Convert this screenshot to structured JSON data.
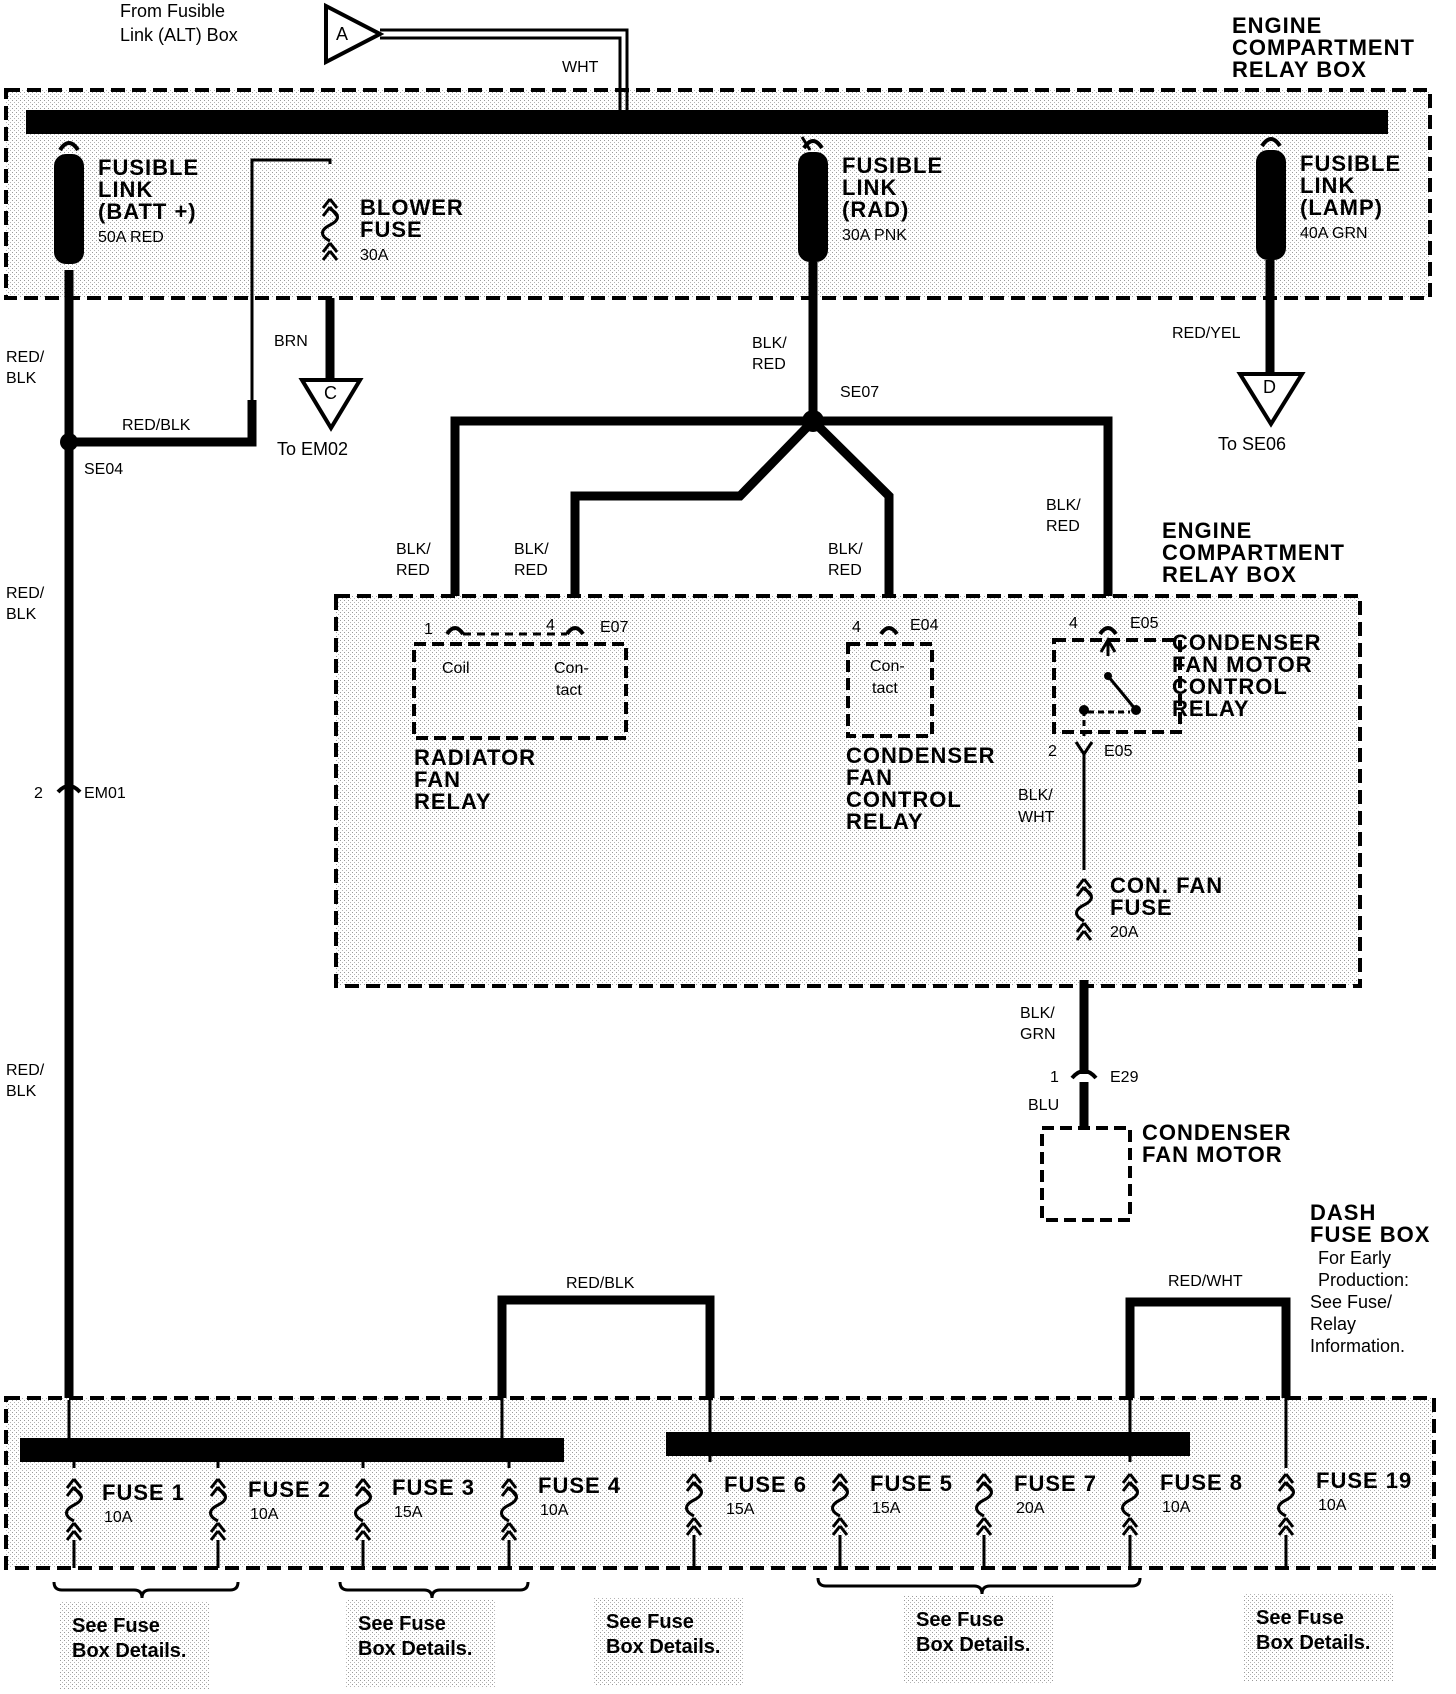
{
  "inputs": {
    "a_from_label": "From Fusible",
    "a_from_label2": "Link (ALT) Box",
    "a_letter": "A",
    "a_wire": "WHT"
  },
  "relay_box_top": {
    "title1": "ENGINE",
    "title2": "COMPARTMENT",
    "title3": "RELAY BOX"
  },
  "fusible_batt": {
    "name1": "FUSIBLE",
    "name2": "LINK",
    "name3": "(BATT +)",
    "rating": "50A RED"
  },
  "blower_fuse": {
    "name1": "BLOWER",
    "name2": "FUSE",
    "rating": "30A"
  },
  "fusible_rad": {
    "name1": "FUSIBLE",
    "name2": "LINK",
    "name3": "(RAD)",
    "rating": "30A PNK"
  },
  "fusible_lamp": {
    "name1": "FUSIBLE",
    "name2": "LINK",
    "name3": "(LAMP)",
    "rating": "40A GRN"
  },
  "wires": {
    "red_blk": "RED/",
    "blk": "BLK",
    "red_blk_full": "RED/BLK",
    "brn": "BRN",
    "blk_slash": "BLK/",
    "red": "RED",
    "red_yel": "RED/YEL",
    "wht": "WHT",
    "grn": "GRN",
    "blu": "BLU",
    "red_wht": "RED/WHT"
  },
  "connectors": {
    "c_letter": "C",
    "c_dest": "To EM02",
    "d_letter": "D",
    "d_dest": "To SE06",
    "se04": "SE04",
    "se07": "SE07",
    "em01": "EM01",
    "em01_pin": "2",
    "e07": "E07",
    "e04": "E04",
    "e05": "E05",
    "e29": "E29",
    "pin1": "1",
    "pin2": "2",
    "pin4": "4"
  },
  "relay_box_mid": {
    "title1": "ENGINE",
    "title2": "COMPARTMENT",
    "title3": "RELAY BOX"
  },
  "radiator_relay": {
    "coil": "Coil",
    "contact1": "Con-",
    "contact2": "tact",
    "name1": "RADIATOR",
    "name2": "FAN",
    "name3": "RELAY"
  },
  "condenser_relay": {
    "contact1": "Con-",
    "contact2": "tact",
    "name1": "CONDENSER",
    "name2": "FAN",
    "name3": "CONTROL",
    "name4": "RELAY"
  },
  "condenser_motor_relay": {
    "name1": "CONDENSER",
    "name2": "FAN MOTOR",
    "name3": "CONTROL",
    "name4": "RELAY"
  },
  "con_fan_fuse": {
    "name1": "CON. FAN",
    "name2": "FUSE",
    "rating": "20A"
  },
  "condenser_motor": {
    "name1": "CONDENSER",
    "name2": "FAN MOTOR"
  },
  "dash_box": {
    "title1": "DASH",
    "title2": "FUSE BOX",
    "note1": "For Early",
    "note2": "Production:",
    "note3": "See Fuse/",
    "note4": "Relay",
    "note5": "Information."
  },
  "fuses": [
    {
      "name": "FUSE 1",
      "rating": "10A"
    },
    {
      "name": "FUSE 2",
      "rating": "10A"
    },
    {
      "name": "FUSE 3",
      "rating": "15A"
    },
    {
      "name": "FUSE 4",
      "rating": "10A"
    },
    {
      "name": "FUSE 6",
      "rating": "15A"
    },
    {
      "name": "FUSE 5",
      "rating": "15A"
    },
    {
      "name": "FUSE 7",
      "rating": "20A"
    },
    {
      "name": "FUSE 8",
      "rating": "10A"
    },
    {
      "name": "FUSE 19",
      "rating": "10A"
    }
  ],
  "see_details": {
    "line1": "See Fuse",
    "line2": "Box Details."
  }
}
